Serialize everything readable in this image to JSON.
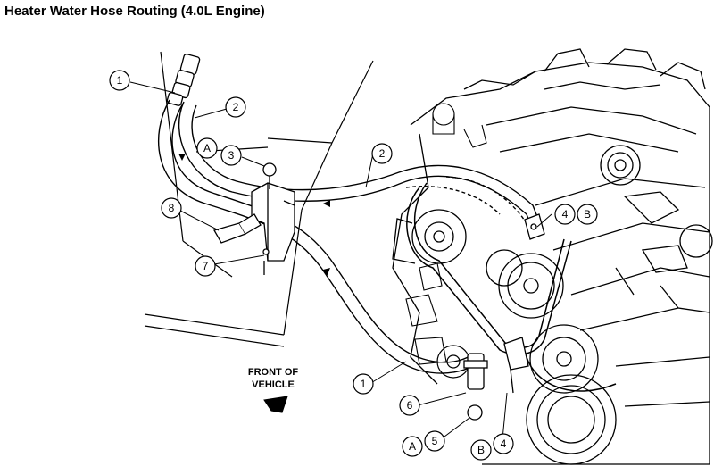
{
  "title": "Heater Water Hose Routing (4.0L Engine)",
  "front_label_line1": "FRONT OF",
  "front_label_line2": "VEHICLE",
  "callouts": {
    "c1_top": "1",
    "c2_top": "2",
    "c3": "3",
    "c3_letter": "A",
    "c2_mid": "2",
    "c8": "8",
    "c4_top": "4",
    "c4_top_letter": "B",
    "c7": "7",
    "c1_bottom": "1",
    "c6": "6",
    "c5": "5",
    "c5_letter": "A",
    "c4_bottom": "4",
    "c4_bottom_letter": "B"
  }
}
